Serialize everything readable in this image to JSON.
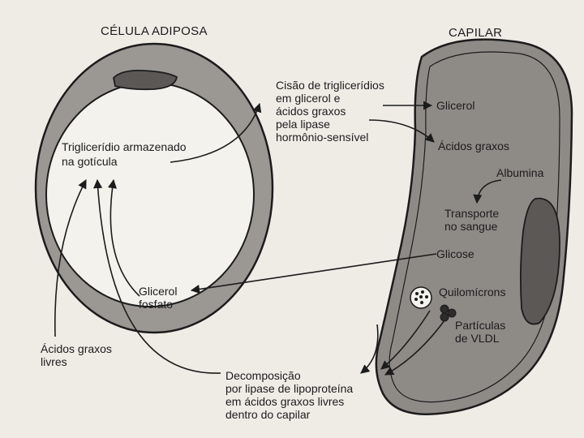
{
  "headers": {
    "adipose_cell": "CÉLULA ADIPOSA",
    "capillary": "CAPILAR"
  },
  "labels": {
    "stored_triglyceride": "Triglicerídio armazenado\nna gotícula",
    "cleavage": "Cisão de triglicerídios\nem glicerol e\nácidos graxos\npela lipase\nhormônio-sensível",
    "glycerol": "Glicerol",
    "fatty_acids": "Ácidos graxos",
    "albumin": "Albumina",
    "blood_transport": "Transporte\nno sangue",
    "glucose": "Glicose",
    "chylomicrons": "Quilomícrons",
    "vldl_particles": "Partículas\nde VLDL",
    "glycerol_phosphate": "Glicerol\nfosfato",
    "free_fatty_acids": "Ácidos graxos\nlivres",
    "lipoprotein_lipase": "Decomposição\npor lipase de lipoproteína\nem ácidos graxos livres\ndentro do capilar"
  },
  "colors": {
    "ink": "#1c1c1c",
    "paper": "#efece6",
    "cell_wall": "#9b9894",
    "droplet": "#f4f2ed",
    "capillary_fill": "#8e8b87",
    "nucleus": "#5b5856"
  }
}
